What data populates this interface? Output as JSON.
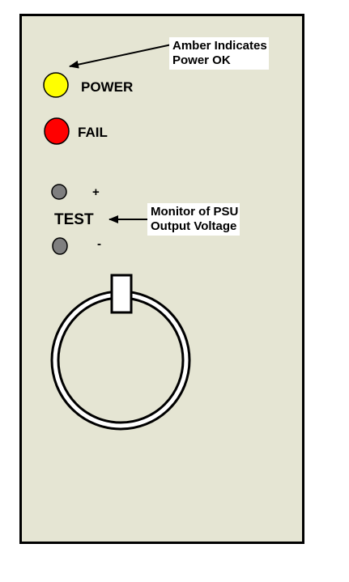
{
  "panel": {
    "power_label": "POWER",
    "fail_label": "FAIL",
    "test_label": "TEST",
    "plus_label": "+",
    "minus_label": "-"
  },
  "callouts": {
    "power": {
      "line1": "Amber Indicates",
      "line2": "Power  OK"
    },
    "monitor": {
      "line1": "Monitor of PSU",
      "line2": "Output Voltage"
    }
  },
  "colors": {
    "panel_bg": "#e5e5d3",
    "power_led": "#ffff00",
    "fail_led": "#ff0000",
    "test_led": "#7f7f7f",
    "outline": "#000000"
  }
}
